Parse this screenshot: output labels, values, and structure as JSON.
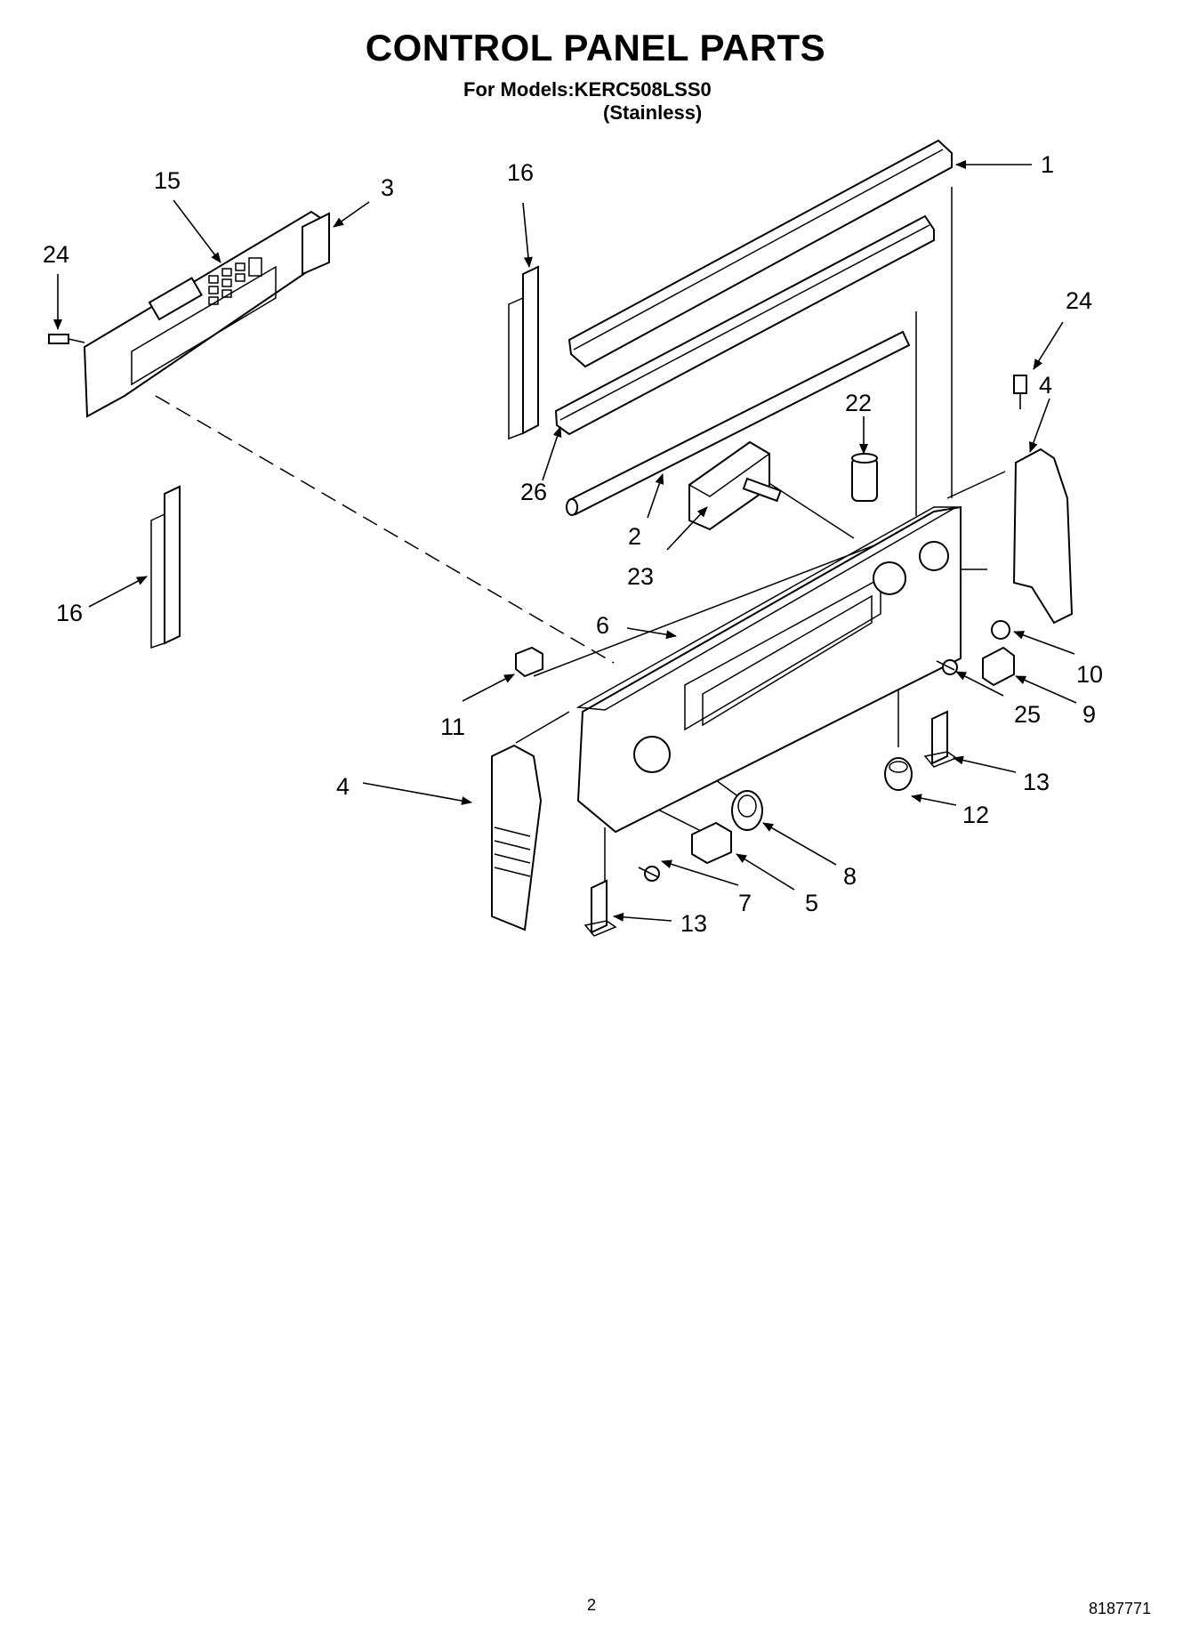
{
  "header": {
    "title": "CONTROL PANEL PARTS",
    "model_line": "For Models:KERC508LSS0",
    "variant": "(Stainless)"
  },
  "callouts": [
    "1",
    "2",
    "3",
    "4",
    "4",
    "5",
    "6",
    "7",
    "8",
    "9",
    "10",
    "11",
    "12",
    "13",
    "13",
    "15",
    "16",
    "16",
    "22",
    "23",
    "24",
    "24",
    "25",
    "26"
  ],
  "footer": {
    "page_number": "2",
    "document_number": "8187771"
  }
}
